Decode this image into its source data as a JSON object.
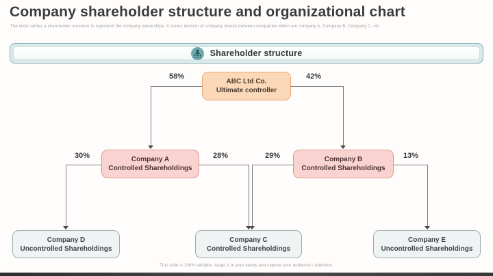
{
  "slide": {
    "title": "Company shareholder structure and organizational chart",
    "subtitle": "The slide carries a shareholder structure to represent the company ownerships. It shows division of company shares between companies which are company A, Company B, Company C, etc",
    "footer": "This slide is 100% editable. Adapt it to your needs and capture your audience's attention."
  },
  "banner": {
    "label": "Shareholder structure",
    "icon": "people-hierarchy-icon"
  },
  "org_chart": {
    "root": {
      "name": "ABC Ltd Co.",
      "role": "Ultimate controller"
    },
    "level2": [
      {
        "name": "Company A",
        "role": "Controlled Shareholdings"
      },
      {
        "name": "Company B",
        "role": "Controlled Shareholdings"
      }
    ],
    "level3": [
      {
        "name": "Company D",
        "role": "Uncontrolled Shareholdings"
      },
      {
        "name": "Company C",
        "role": "Controlled Shareholdings"
      },
      {
        "name": "Company E",
        "role": "Uncontrolled Shareholdings"
      }
    ],
    "edges": [
      {
        "from": "ABC Ltd Co.",
        "to": "Company A",
        "label": "58%"
      },
      {
        "from": "ABC Ltd Co.",
        "to": "Company B",
        "label": "42%"
      },
      {
        "from": "Company A",
        "to": "Company D",
        "label": "30%"
      },
      {
        "from": "Company A",
        "to": "Company C",
        "label": "28%"
      },
      {
        "from": "Company B",
        "to": "Company C",
        "label": "29%"
      },
      {
        "from": "Company B",
        "to": "Company E",
        "label": "13%"
      }
    ]
  },
  "colors": {
    "banner_teal": "#6fa9ad",
    "banner_fill": "#dce9ea",
    "root_fill": "#fbd9b8",
    "root_border": "#e5a773",
    "controlled_fill": "#f9d3d0",
    "controlled_border": "#dd9a94",
    "uncontrolled_fill": "#eff3f4",
    "uncontrolled_border": "#9fabae",
    "connector": "#6e6e6e"
  }
}
